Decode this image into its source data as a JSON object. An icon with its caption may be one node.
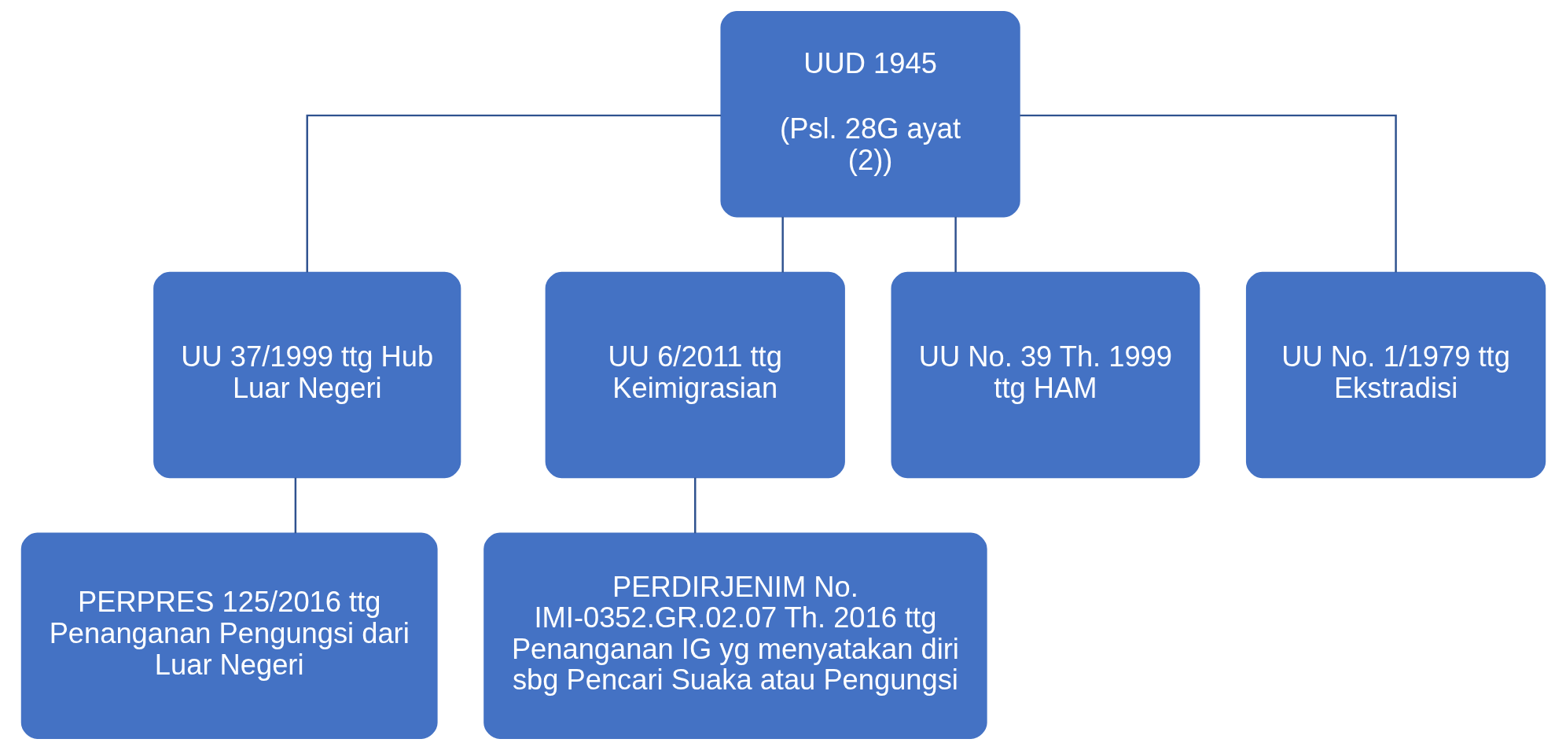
{
  "diagram": {
    "nodes": [
      {
        "text": [
          "UUD 1945",
          "(Psl. 28G ayat (2))"
        ]
      },
      {
        "text": [
          "UU 37/1999 ttg Hub Luar Negeri"
        ]
      },
      {
        "text": [
          "UU 6/2011 ttg Keimigrasian"
        ]
      },
      {
        "text": [
          "UU No. 39 Th. 1999 ttg HAM"
        ]
      },
      {
        "text": [
          "UU No. 1/1979 ttg Ekstradisi"
        ]
      },
      {
        "text": [
          "PERPRES 125/2016 ttg Penanganan Pengungsi dari Luar Negeri"
        ]
      },
      {
        "text": [
          "PERDIRJENIM No. IMI-0352.GR.02.07 Th. 2016 ttg Penanganan IG yg menyatakan diri sbg Pencari Suaka atau Pengungsi"
        ]
      }
    ],
    "edges": [
      {
        "from": 0,
        "to": 1,
        "arrow": "none"
      },
      {
        "from": 0,
        "to": 2,
        "arrow": "none"
      },
      {
        "from": 0,
        "to": 3,
        "arrow": "none"
      },
      {
        "from": 0,
        "to": 4,
        "arrow": "none"
      },
      {
        "from": 1,
        "to": 5,
        "arrow": "none"
      },
      {
        "from": 2,
        "to": 6,
        "arrow": "none"
      }
    ]
  }
}
